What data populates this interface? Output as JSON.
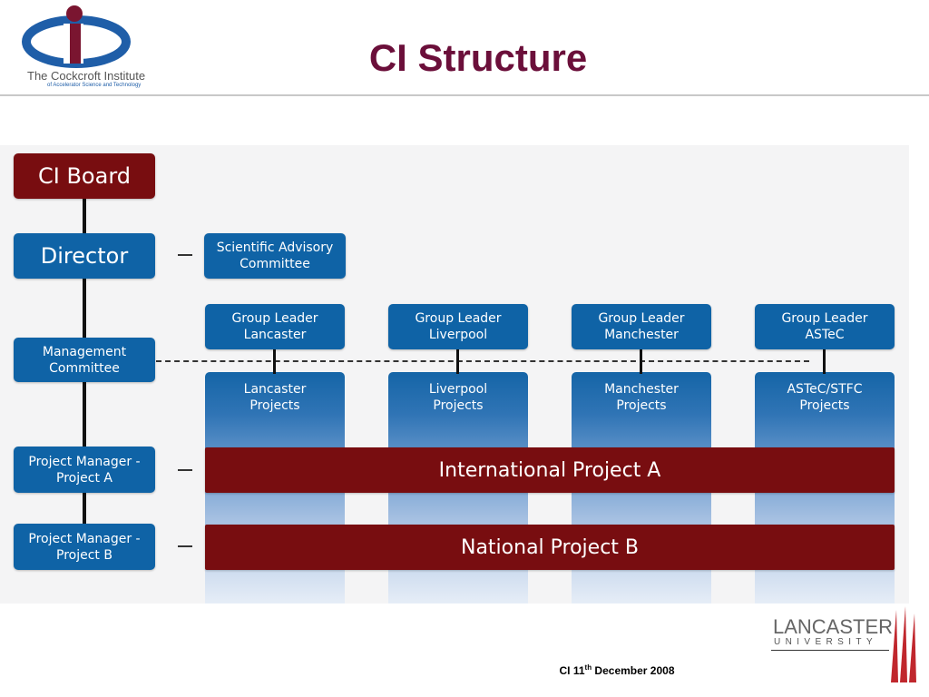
{
  "header": {
    "title": "CI Structure",
    "logo_text_line1": "The Cockcroft Institute",
    "logo_text_line2": "of Accelerator Science and Technology"
  },
  "chart": {
    "board": "CI Board",
    "director": "Director",
    "advisory": "Scientific Advisory Committee",
    "management": "Management Committee",
    "pm_a": "Project Manager - Project A",
    "pm_b": "Project Manager - Project B",
    "group_leaders": [
      "Group Leader Lancaster",
      "Group Leader Liverpool",
      "Group Leader Manchester",
      "Group Leader ASTeC"
    ],
    "projects": [
      "Lancaster Projects",
      "Liverpool Projects",
      "Manchester Projects",
      "ASTeC/STFC Projects"
    ],
    "intl_project": "International Project A",
    "national_project": "National Project B"
  },
  "footer": {
    "university_name": "LANCASTER",
    "university_word": "UNIVERSITY",
    "date_prefix": "CI 11",
    "date_sup": "th",
    "date_suffix": " December 2008"
  },
  "colors": {
    "title": "#6b0f3a",
    "blue_box": "#0f63a6",
    "red_box": "#780d10"
  }
}
